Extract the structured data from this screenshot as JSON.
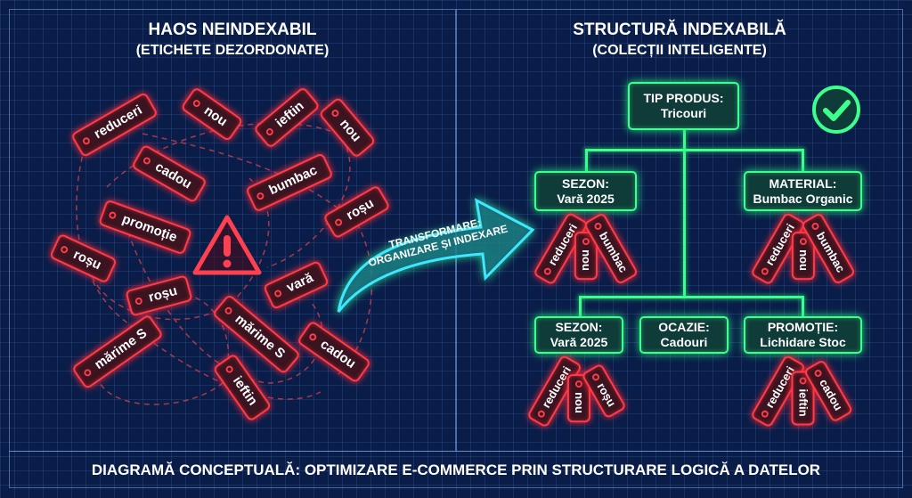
{
  "left": {
    "title": "HAOS NEINDEXABIL",
    "subtitle": "(ETICHETE DEZORDONATE)",
    "tags": [
      "reduceri",
      "nou",
      "ieftin",
      "nou",
      "cadou",
      "bumbac",
      "promoție",
      "roșu",
      "roșu",
      "roșu",
      "vară",
      "mărime S",
      "mărime S",
      "cadou",
      "ieftin"
    ]
  },
  "right": {
    "title": "STRUCTURĂ INDEXABILĂ",
    "subtitle": "(COLECȚII INTELIGENTE)",
    "root": {
      "label": "TIP PRODUS:",
      "value": "Tricouri"
    },
    "nodes": [
      {
        "label": "SEZON:",
        "value": "Vară 2025",
        "tags": [
          "reduceri",
          "nou",
          "bumbac"
        ]
      },
      {
        "label": "MATERIAL:",
        "value": "Bumbac Organic",
        "tags": [
          "reduceri",
          "nou",
          "bumbac"
        ]
      },
      {
        "label": "SEZON:",
        "value": "Vară 2025",
        "tags": [
          "reduceri",
          "nou",
          "roșu"
        ]
      },
      {
        "label": "OCAZIE:",
        "value": "Cadouri",
        "tags": []
      },
      {
        "label": "PROMOȚIE:",
        "value": "Lichidare Stoc",
        "tags": [
          "reduceri",
          "ieftin",
          "cadou"
        ]
      }
    ]
  },
  "arrow": {
    "line1": "TRANSFORMARE:",
    "line2": "ORGANIZARE ȘI INDEXARE"
  },
  "footer": "DIAGRAMĂ CONCEPTUALĂ: OPTIMIZARE E-COMMERCE PRIN STRUCTURARE LOGICĂ A DATELOR",
  "colors": {
    "chaos": "#ff3b4a",
    "order": "#3dff8c",
    "background": "#0a1d48"
  }
}
